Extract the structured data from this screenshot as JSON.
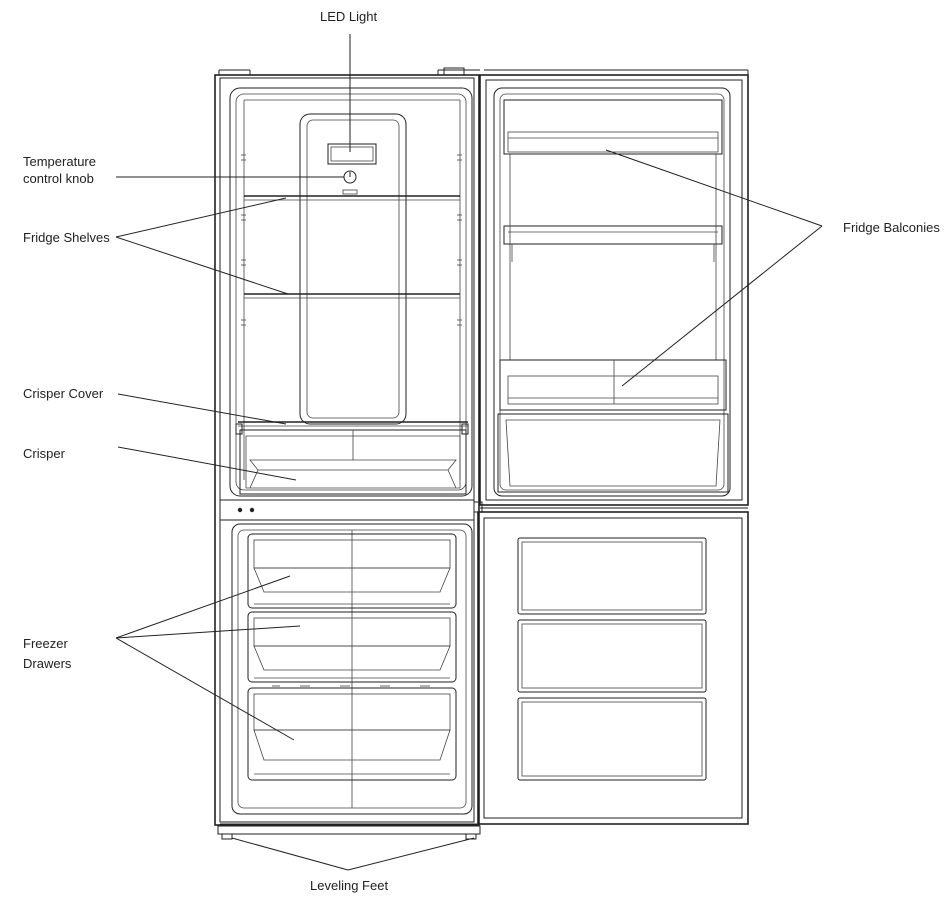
{
  "labels": {
    "led_light": "LED Light",
    "temp_knob_line1": "Temperature",
    "temp_knob_line2": "control knob",
    "fridge_shelves": "Fridge Shelves",
    "crisper_cover": "Crisper Cover",
    "crisper": "Crisper",
    "freezer_line1": "Freezer",
    "freezer_line2": "Drawers",
    "fridge_balconies": "Fridge Balconies",
    "leveling_feet": "Leveling Feet"
  },
  "colors": {
    "line": "#222222",
    "background": "#ffffff"
  }
}
